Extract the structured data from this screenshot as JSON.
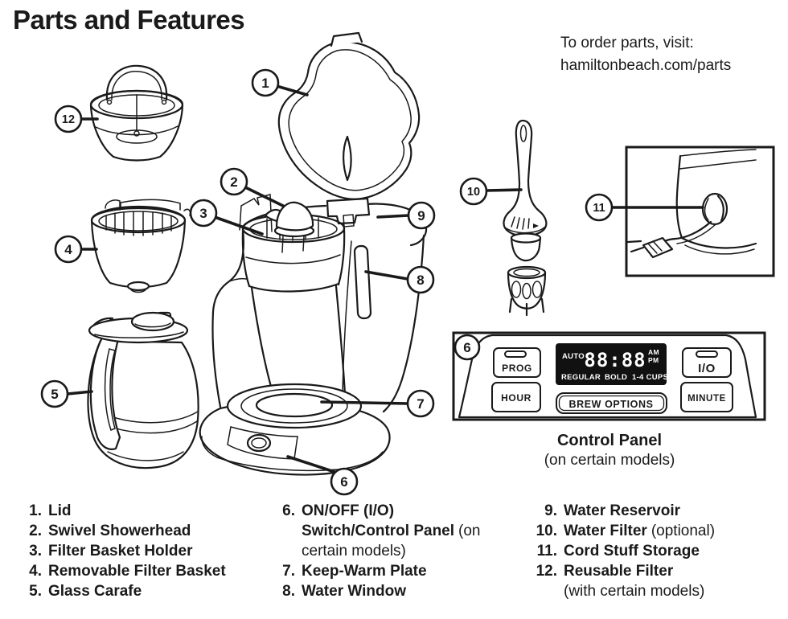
{
  "header": {
    "title": "Parts and Features",
    "order_line1": "To order parts, visit:",
    "order_line2": "hamiltonbeach.com/parts"
  },
  "callouts": {
    "c1": "1",
    "c2": "2",
    "c3": "3",
    "c4": "4",
    "c5": "5",
    "c6": "6",
    "c7": "7",
    "c8": "8",
    "c9": "9",
    "c10": "10",
    "c11": "11",
    "c12": "12",
    "c6_panel": "6"
  },
  "control_panel": {
    "prog": "PROG",
    "hour": "HOUR",
    "io": "I/O",
    "minute": "MINUTE",
    "brew_options": "BREW OPTIONS",
    "display": {
      "auto": "AUTO",
      "time": "88:88",
      "am": "AM",
      "pm": "PM",
      "regular": "REGULAR",
      "bold": "BOLD",
      "cups": "1-4 CUPS"
    },
    "caption_title": "Control Panel",
    "caption_note": "(on certain models)",
    "display_bg": "#111111",
    "ink_color": "#1a1a1a"
  },
  "parts_list": {
    "col1": [
      {
        "num": "1.",
        "name": "Lid"
      },
      {
        "num": "2.",
        "name": "Swivel Showerhead"
      },
      {
        "num": "3.",
        "name": "Filter Basket Holder"
      },
      {
        "num": "4.",
        "name": "Removable Filter Basket"
      },
      {
        "num": "5.",
        "name": "Glass Carafe"
      }
    ],
    "col2": [
      {
        "num": "6.",
        "name": "ON/OFF (I/O) Switch/Control Panel",
        "note": "(on certain models)"
      },
      {
        "num": "7.",
        "name": "Keep-Warm Plate"
      },
      {
        "num": "8.",
        "name": "Water Window"
      }
    ],
    "col3": [
      {
        "num": "9.",
        "name": "Water Reservoir"
      },
      {
        "num": "10.",
        "name": "Water Filter",
        "note": "(optional)"
      },
      {
        "num": "11.",
        "name": "Cord Stuff Storage"
      },
      {
        "num": "12.",
        "name": "Reusable Filter",
        "note": "(with certain models)"
      }
    ]
  }
}
